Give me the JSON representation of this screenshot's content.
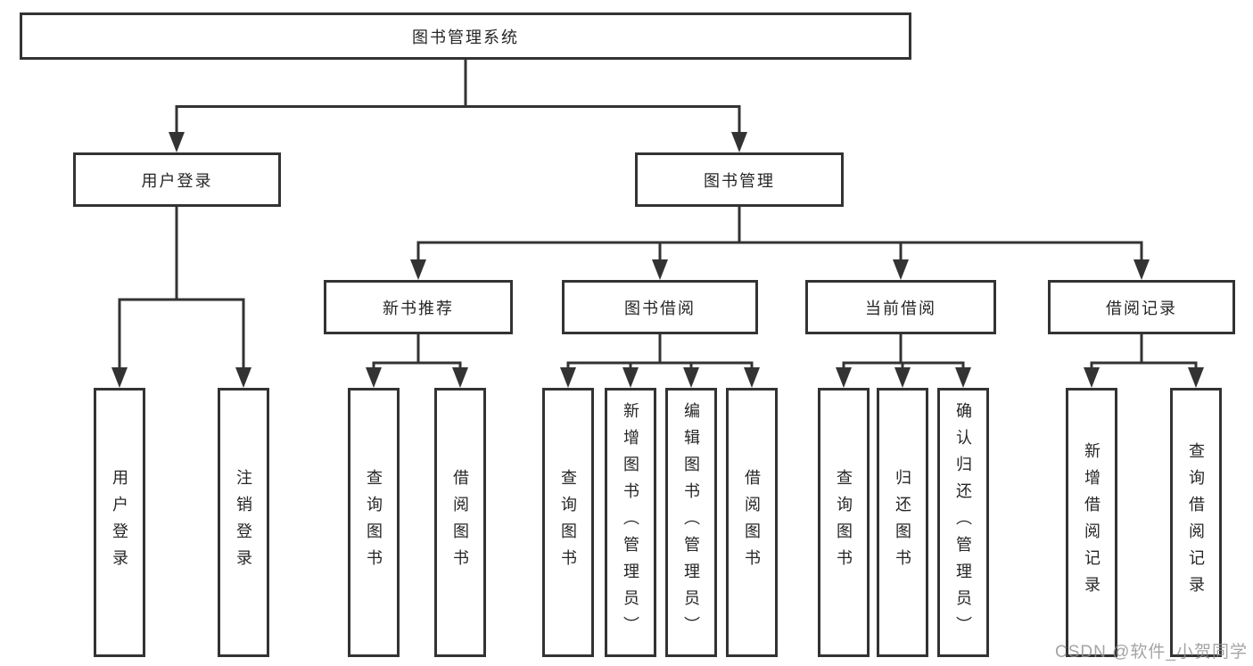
{
  "diagram": {
    "title": "图书管理系统",
    "level2": [
      {
        "label": "用户登录"
      },
      {
        "label": "图书管理"
      }
    ],
    "level3": [
      {
        "label": "新书推荐"
      },
      {
        "label": "图书借阅"
      },
      {
        "label": "当前借阅"
      },
      {
        "label": "借阅记录"
      }
    ],
    "leaves": {
      "user_login": [
        "用户登录",
        "注销登录"
      ],
      "new_books": [
        "查询图书",
        "借阅图书"
      ],
      "book_borrow": [
        "查询图书",
        "新增图书（管理员）",
        "编辑图书（管理员）",
        "借阅图书"
      ],
      "current_borrow": [
        "查询图书",
        "归还图书",
        "确认归还（管理员）"
      ],
      "borrow_records": [
        "新增借阅记录",
        "查询借阅记录"
      ]
    }
  },
  "watermark": {
    "text": "CSDN @软件_小贺同学"
  },
  "colors": {
    "line": "#333333",
    "text": "#262626",
    "watermark": "#949494",
    "background": "#ffffff"
  }
}
